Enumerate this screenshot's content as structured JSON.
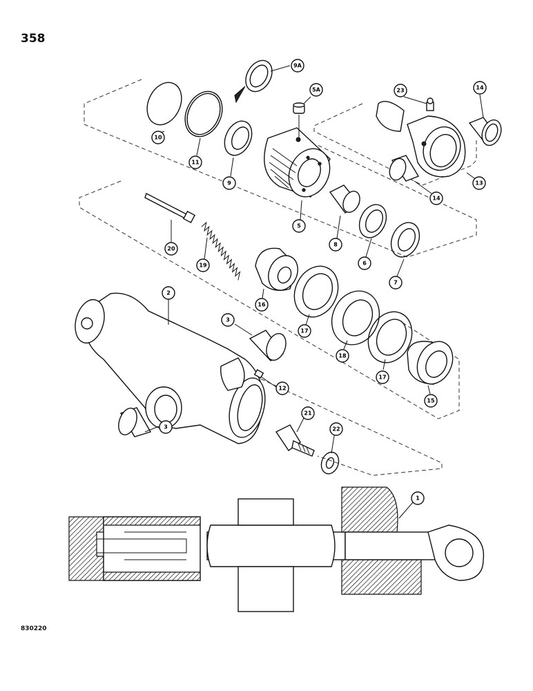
{
  "page": {
    "number": "358",
    "code": "830220"
  },
  "callouts": [
    {
      "id": "c-9A",
      "label": "9A"
    },
    {
      "id": "c-5A",
      "label": "5A"
    },
    {
      "id": "c-23",
      "label": "23"
    },
    {
      "id": "c-14a",
      "label": "14"
    },
    {
      "id": "c-10",
      "label": "10"
    },
    {
      "id": "c-11",
      "label": "11"
    },
    {
      "id": "c-9",
      "label": "9"
    },
    {
      "id": "c-5",
      "label": "5"
    },
    {
      "id": "c-14b",
      "label": "14"
    },
    {
      "id": "c-13",
      "label": "13"
    },
    {
      "id": "c-8",
      "label": "8"
    },
    {
      "id": "c-6",
      "label": "6"
    },
    {
      "id": "c-7",
      "label": "7"
    },
    {
      "id": "c-20",
      "label": "20"
    },
    {
      "id": "c-19",
      "label": "19"
    },
    {
      "id": "c-16",
      "label": "16"
    },
    {
      "id": "c-2",
      "label": "2"
    },
    {
      "id": "c-3a",
      "label": "3"
    },
    {
      "id": "c-17a",
      "label": "17"
    },
    {
      "id": "c-18",
      "label": "18"
    },
    {
      "id": "c-17b",
      "label": "17"
    },
    {
      "id": "c-15",
      "label": "15"
    },
    {
      "id": "c-12",
      "label": "12"
    },
    {
      "id": "c-21",
      "label": "21"
    },
    {
      "id": "c-22",
      "label": "22"
    },
    {
      "id": "c-3b",
      "label": "3"
    },
    {
      "id": "c-1",
      "label": "1"
    }
  ]
}
